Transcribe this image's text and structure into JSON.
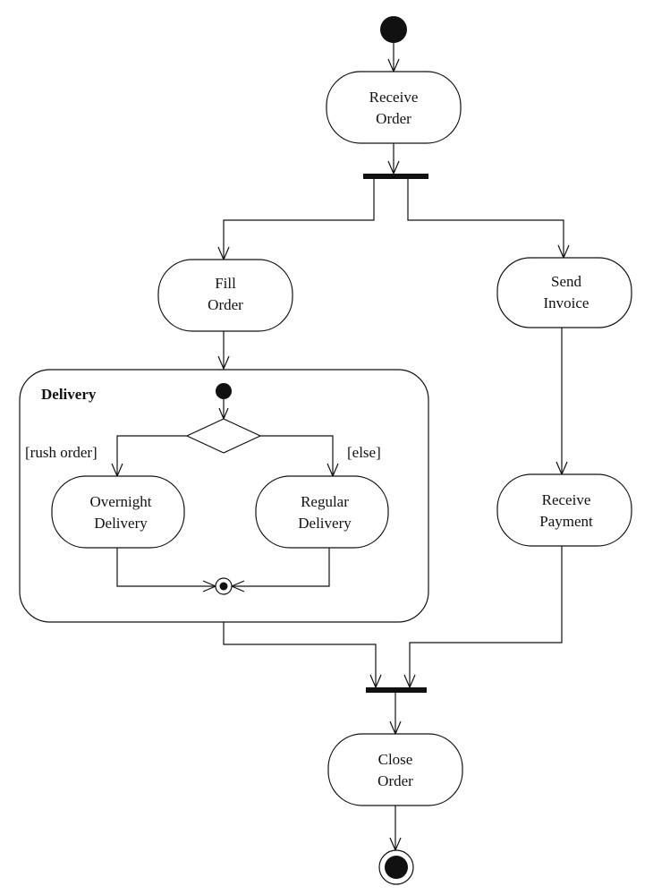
{
  "activities": {
    "receive_order": [
      "Receive",
      "Order"
    ],
    "fill_order": [
      "Fill",
      "Order"
    ],
    "send_invoice": [
      "Send",
      "Invoice"
    ],
    "overnight_delivery": [
      "Overnight",
      "Delivery"
    ],
    "regular_delivery": [
      "Regular",
      "Delivery"
    ],
    "receive_payment": [
      "Receive",
      "Payment"
    ],
    "close_order": [
      "Close",
      "Order"
    ]
  },
  "region": {
    "label": "Delivery"
  },
  "guards": {
    "rush": "[rush order]",
    "else": "[else]"
  }
}
